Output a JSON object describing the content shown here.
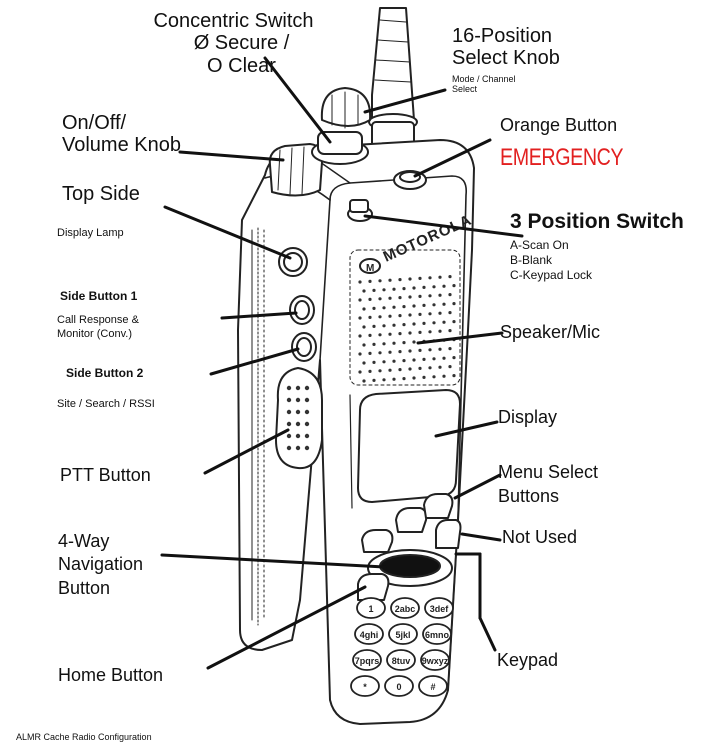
{
  "labels": {
    "concentric_title": "Concentric Switch",
    "concentric_secure": "Ø Secure /",
    "concentric_clear": "O Clear",
    "select_title_1": "16-Position",
    "select_title_2": "Select Knob",
    "select_sub_1": "Mode / Channel",
    "select_sub_2": "Select",
    "onoff_1": "On/Off/",
    "onoff_2": "Volume Knob",
    "orange": "Orange Button",
    "emergency": "EMERGENCY",
    "top_side": "Top Side",
    "display_lamp": "Display Lamp",
    "three_pos": "3 Position Switch",
    "three_a": "A-Scan On",
    "three_b": "B-Blank",
    "three_c": "C-Keypad Lock",
    "side1_title": "Side Button 1",
    "side1_sub_1": "Call Response &",
    "side1_sub_2": "Monitor (Conv.)",
    "speaker": "Speaker/Mic",
    "side2_title": "Side Button 2",
    "side2_sub": "Site / Search / RSSI",
    "display": "Display",
    "ptt": "PTT Button",
    "menu_1": "Menu Select",
    "menu_2": "Buttons",
    "not_used": "Not Used",
    "nav_1": "4-Way",
    "nav_2": "Navigation",
    "nav_3": "Button",
    "keypad": "Keypad",
    "home": "Home Button",
    "footer": "ALMR Cache Radio Configuration",
    "brand": "MOTOROLA",
    "brand_logo": "M"
  },
  "keys": [
    "1",
    "2abc",
    "3def",
    "4ghi",
    "5jkl",
    "6mno",
    "7pqrs",
    "8tuv",
    "9wxyz",
    "*",
    "0",
    "#"
  ],
  "colors": {
    "emergency": "#e22020",
    "line": "#111111"
  }
}
